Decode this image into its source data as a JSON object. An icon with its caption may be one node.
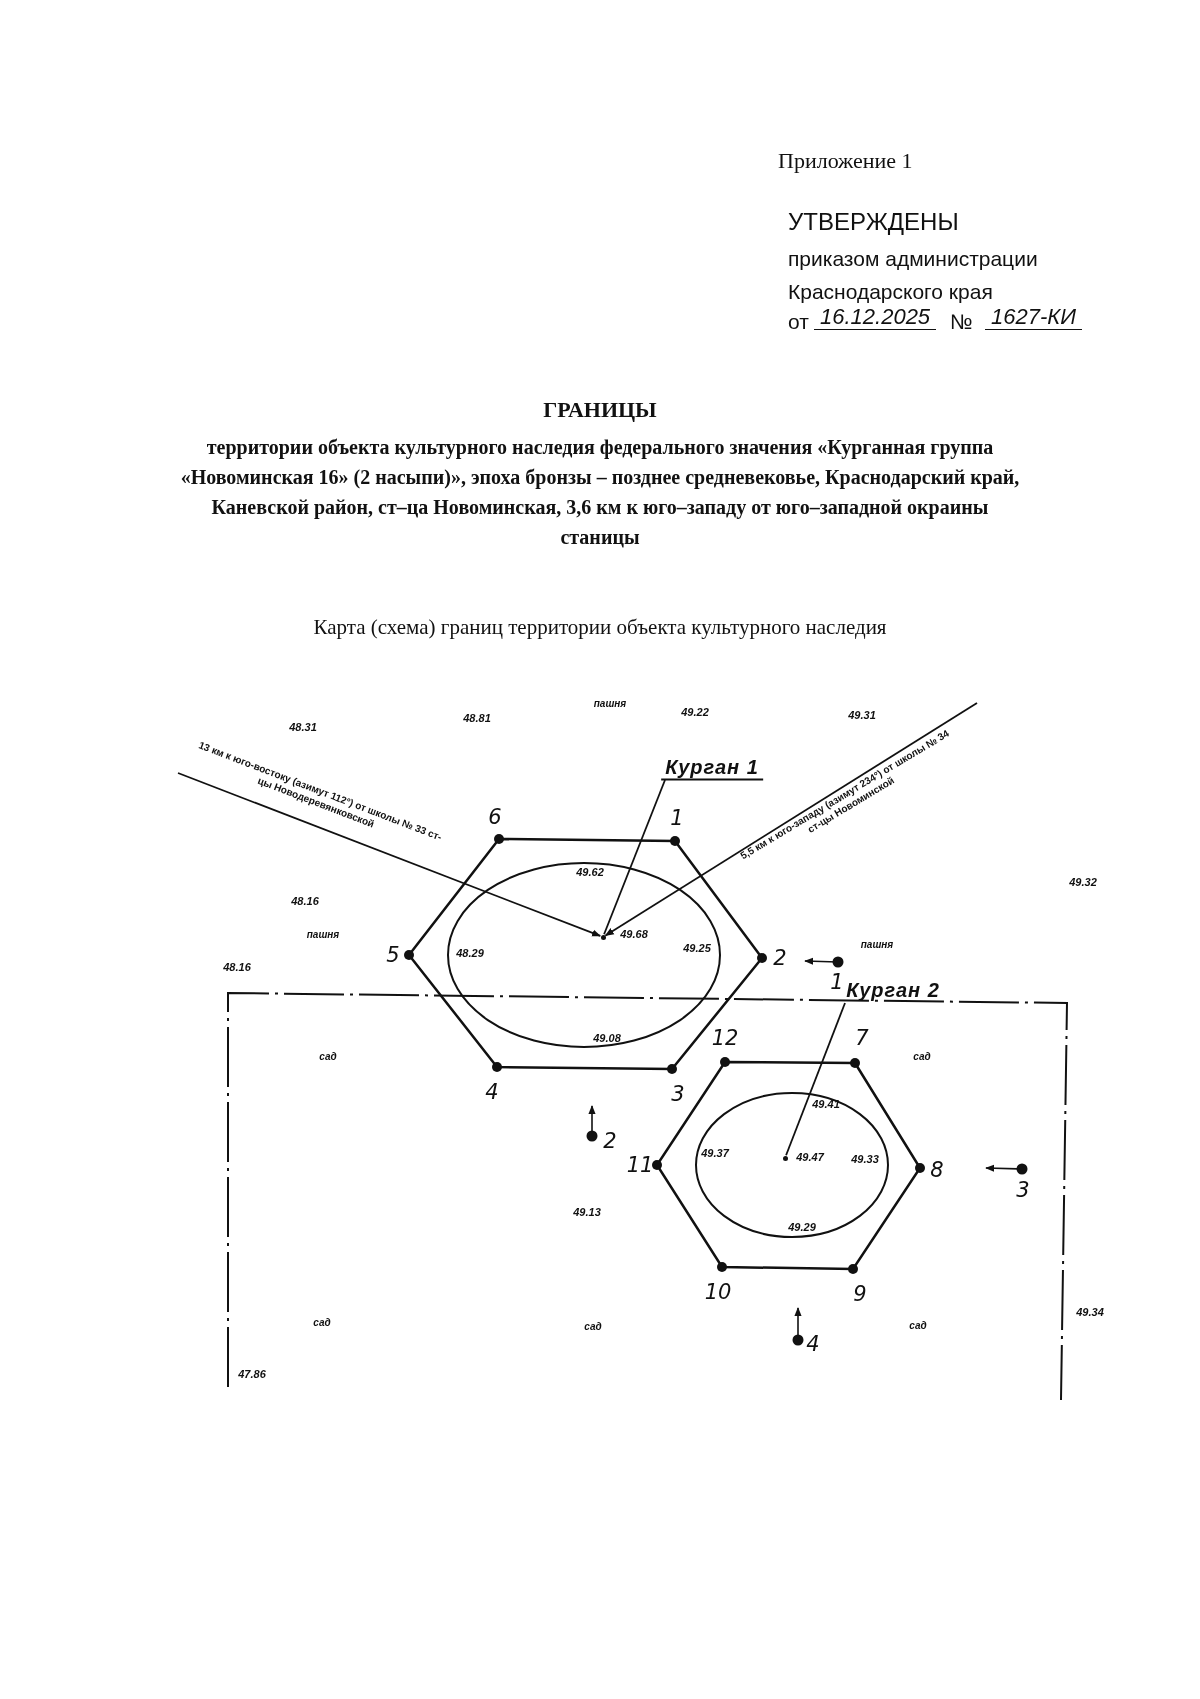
{
  "diagram": {
    "title": "ГРАНИЦЫ",
    "nodes": [
      {
        "text": [
          "Курган 1"
        ]
      },
      {
        "text": [],
        "shape": "circle",
        "beside": [
          "49.68"
        ]
      },
      {
        "text": [
          "13 км к юго-востоку (азимут 112°) от школы № 33 ст-цы Новодеревянковской"
        ]
      },
      {
        "text": [
          "5,5 км к юго-западу (азимут 234°) от школы № 34 ст-цы Новоминской"
        ]
      },
      {
        "text": [
          "Курган 2"
        ]
      },
      {
        "text": [],
        "shape": "circle",
        "beside": [
          "49.47"
        ]
      }
    ],
    "edges": [
      {
        "from": 0,
        "to": 1,
        "arrow": "none"
      },
      {
        "from": 2,
        "to": 1,
        "arrow": "to"
      },
      {
        "from": 3,
        "to": 1,
        "arrow": "to"
      },
      {
        "from": 4,
        "to": 5,
        "arrow": "none"
      }
    ],
    "labels": [
      "Приложение 1",
      "УТВЕРЖДЕНЫ",
      "приказом администрации Краснодарского края",
      "от",
      "16.12.2025",
      "№",
      "1627-КИ",
      "территории объекта культурного наследия федерального значения «Курганная группа «Новоминская 16» (2 насыпи)», эпоха бронзы – позднее средневековье, Краснодарский край, Каневской район, ст–ца Новоминская, 3,6 км к юго–западу от юго–западной окраины станицы",
      "Карта (схема) границ территории объекта культурного наследия",
      "48.31",
      "48.81",
      "пашня",
      "49.22",
      "49.31",
      "6",
      "1",
      "49.62",
      "49.32",
      "48.16",
      "пашня",
      "5",
      "48.29",
      "49.25",
      "2",
      "пашня",
      "48.16",
      "1",
      "49.08",
      "12",
      "7",
      "сад",
      "сад",
      "4",
      "3",
      "49.41",
      "2",
      "11",
      "49.37",
      "49.33",
      "8",
      "3",
      "49.13",
      "49.29",
      "10",
      "9",
      "49.34",
      "сад",
      "сад",
      "сад",
      "4",
      "47.86"
    ]
  }
}
